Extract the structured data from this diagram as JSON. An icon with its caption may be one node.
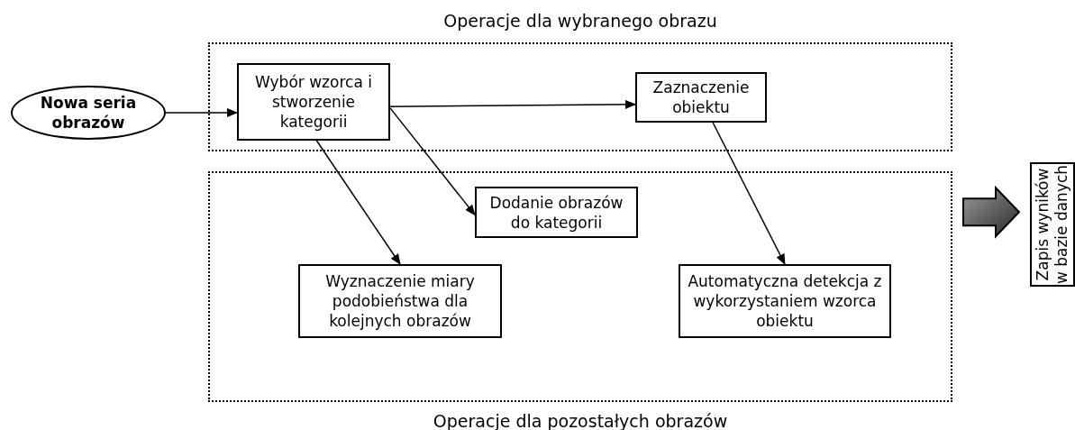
{
  "diagram": {
    "nodes": [
      {
        "text": [
          "Operacje dla wybranego obrazu"
        ]
      },
      {
        "text": [
          "**Nowa seria** **obrazów**"
        ]
      },
      {
        "text": [
          "Wybór wzorca i stworzenie kategorii"
        ],
        "in": 0
      },
      {
        "text": [
          "Zaznaczenie obiektu"
        ],
        "in": 0
      },
      {
        "text": [
          "Operacje dla pozostałych obrazów"
        ]
      },
      {
        "text": [
          "Dodanie obrazów do kategorii"
        ],
        "in": 4
      },
      {
        "text": [
          "Wyznaczenie miary podobieństwa dla kolejnych obrazów"
        ],
        "in": 4
      },
      {
        "text": [
          "Automatyczna detekcja z wykorzystaniem wzorca obiektu"
        ],
        "in": 4
      },
      {
        "text": [
          "Zapis wyników w bazie danych"
        ]
      }
    ],
    "edges": [
      {
        "from": 1,
        "to": 2,
        "arrow": "to"
      },
      {
        "from": 2,
        "to": 3,
        "arrow": "to"
      },
      {
        "from": 2,
        "to": 5,
        "arrow": "to"
      },
      {
        "from": 2,
        "to": 6,
        "arrow": "to"
      },
      {
        "from": 3,
        "to": 7,
        "arrow": "to"
      },
      {
        "from": 4,
        "to": 8,
        "arrow": "to",
        "style": "thick"
      }
    ]
  }
}
